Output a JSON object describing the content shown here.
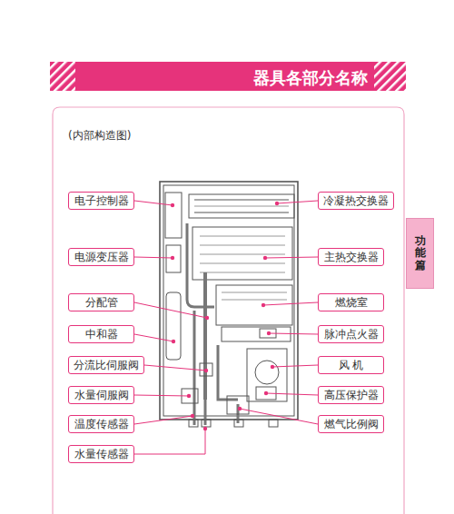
{
  "diagram": {
    "title": "器具各部分名称",
    "nodes": [
      {
        "text": [
          "功能篇"
        ]
      },
      {
        "text": [
          "电子控制器"
        ]
      },
      {
        "text": [
          "电源变压器"
        ]
      },
      {
        "text": [
          "分配管"
        ]
      },
      {
        "text": [
          "中和器"
        ]
      },
      {
        "text": [
          "分流比伺服阀"
        ]
      },
      {
        "text": [
          "水量伺服阀"
        ]
      },
      {
        "text": [
          "温度传感器"
        ]
      },
      {
        "text": [
          "水量传感器"
        ]
      },
      {
        "text": [
          "冷凝热交换器"
        ]
      },
      {
        "text": [
          "主热交换器"
        ]
      },
      {
        "text": [
          "燃烧室"
        ]
      },
      {
        "text": [
          "脉冲点火器"
        ]
      },
      {
        "text": [
          "风 机"
        ]
      },
      {
        "text": [
          "高压保护器"
        ]
      },
      {
        "text": [
          "燃气比例阀"
        ]
      }
    ],
    "labels": [
      "(内部构造图)"
    ]
  }
}
